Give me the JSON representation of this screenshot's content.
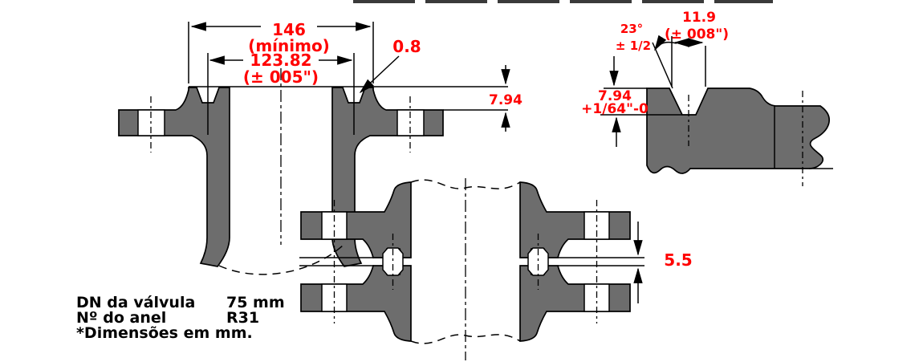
{
  "drawing1": {
    "title": "flange-raised-face-section",
    "dim_face_width": "146",
    "dim_face_width_note": "(mínimo)",
    "dim_groove_pitch": "123.82",
    "dim_groove_pitch_tol": "(± 005\")",
    "dim_corner_radius": "0.8",
    "dim_raised_face_height": "7.94"
  },
  "drawing2": {
    "title": "ring-joint-groove-detail",
    "dim_groove_angle": "23°",
    "dim_groove_angle_tol": "± 1/2",
    "dim_groove_width": "11.9",
    "dim_groove_width_tol": "(± 008\")",
    "dim_groove_depth": "7.94",
    "dim_groove_depth_tol": "+1/64\"-0"
  },
  "drawing3": {
    "title": "assembled-flanges-ring-joint-section",
    "dim_face_gap": "5.5"
  },
  "notes": {
    "dn_label": "DN da válvula",
    "dn_value": "75  mm",
    "ring_label": "Nº do anel",
    "ring_value": "R31",
    "units": "*Dimensões em mm."
  },
  "colors": {
    "dimension_text": "#ff0000",
    "material_fill": "#6d6d6d",
    "line": "#000000",
    "table_edge": "#3a3a3a"
  }
}
